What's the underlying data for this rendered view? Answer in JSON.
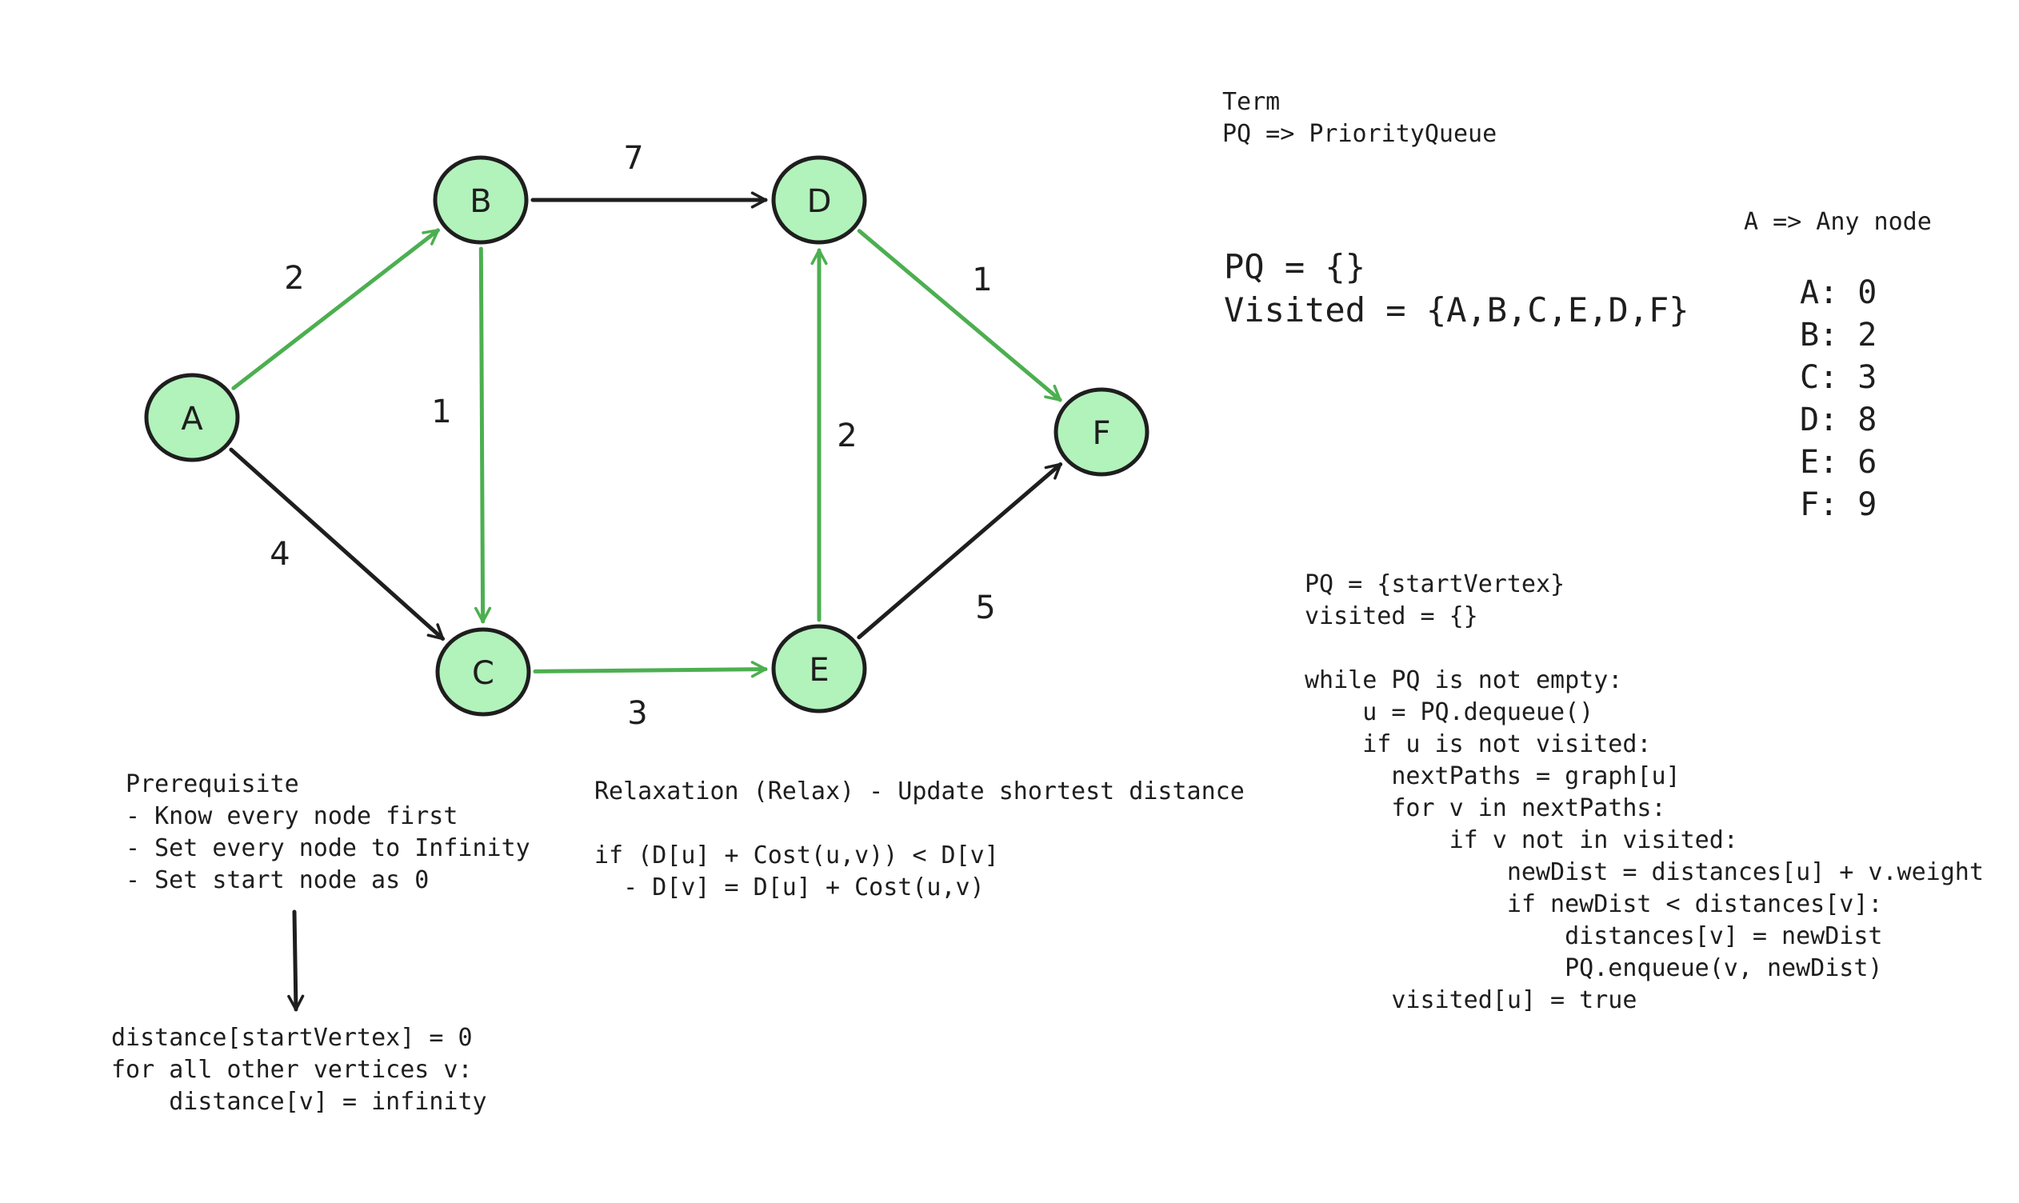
{
  "graph": {
    "nodes": [
      {
        "id": "A",
        "label": "A"
      },
      {
        "id": "B",
        "label": "B"
      },
      {
        "id": "C",
        "label": "C"
      },
      {
        "id": "D",
        "label": "D"
      },
      {
        "id": "E",
        "label": "E"
      },
      {
        "id": "F",
        "label": "F"
      }
    ],
    "edges": [
      {
        "from": "A",
        "to": "B",
        "weight": "2",
        "highlighted": true
      },
      {
        "from": "A",
        "to": "C",
        "weight": "4",
        "highlighted": false
      },
      {
        "from": "B",
        "to": "D",
        "weight": "7",
        "highlighted": false
      },
      {
        "from": "B",
        "to": "C",
        "weight": "1",
        "highlighted": true
      },
      {
        "from": "C",
        "to": "E",
        "weight": "3",
        "highlighted": true
      },
      {
        "from": "E",
        "to": "D",
        "weight": "2",
        "highlighted": true
      },
      {
        "from": "D",
        "to": "F",
        "weight": "1",
        "highlighted": true
      },
      {
        "from": "E",
        "to": "F",
        "weight": "5",
        "highlighted": false
      }
    ],
    "colors": {
      "node_fill": "#b2f2bb",
      "node_stroke": "#1e1e1e",
      "edge_highlight": "#4caf50",
      "edge_default": "#1e1e1e"
    }
  },
  "terms": {
    "heading": "Term",
    "pq_def": "PQ => PriorityQueue",
    "a_def": "A => Any node"
  },
  "state": {
    "pq": "PQ = {}",
    "visited": "Visited = {A,B,C,E,D,F}"
  },
  "distances": [
    "A: 0",
    "B: 2",
    "C: 3",
    "D: 8",
    "E: 6",
    "F: 9"
  ],
  "prerequisite": {
    "lines": [
      "Prerequisite",
      "- Know every node first",
      "- Set every node to Infinity",
      "- Set start node as 0"
    ]
  },
  "init_code": {
    "lines": [
      "distance[startVertex] = 0",
      "for all other vertices v:",
      "    distance[v] = infinity"
    ]
  },
  "relaxation": {
    "lines": [
      "Relaxation (Relax) - Update shortest distance",
      "",
      "if (D[u] + Cost(u,v)) < D[v]",
      "  - D[v] = D[u] + Cost(u,v)"
    ]
  },
  "algorithm": {
    "lines": [
      "PQ = {startVertex}",
      "visited = {}",
      "",
      "while PQ is not empty:",
      "    u = PQ.dequeue()",
      "    if u is not visited:",
      "      nextPaths = graph[u]",
      "      for v in nextPaths:",
      "          if v not in visited:",
      "              newDist = distances[u] + v.weight",
      "              if newDist < distances[v]:",
      "                  distances[v] = newDist",
      "                  PQ.enqueue(v, newDist)",
      "      visited[u] = true"
    ]
  }
}
